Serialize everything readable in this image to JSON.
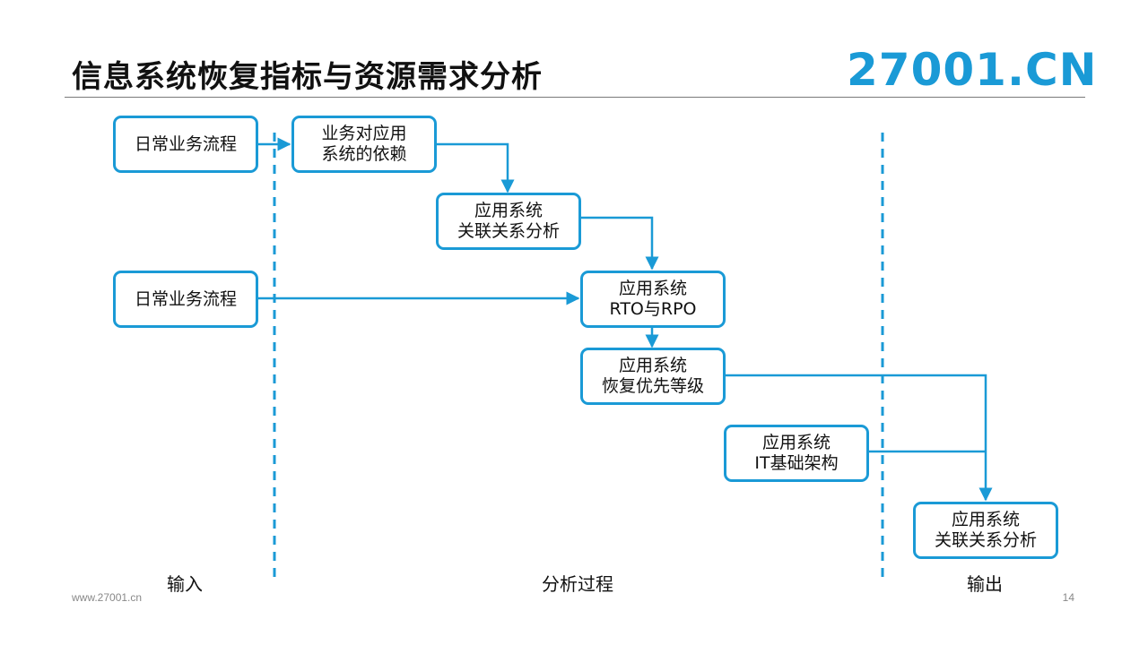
{
  "title": "信息系统恢复指标与资源需求分析",
  "logo": "27001.CN",
  "colors": {
    "accent": "#1a9ad6",
    "text": "#111111",
    "rule": "#7a7a7a"
  },
  "nodes": {
    "input_process_1": [
      "日常业务流程"
    ],
    "business_app_dependency": [
      "业务对应用",
      "系统的依赖"
    ],
    "app_relationship_analysis": [
      "应用系统",
      "关联关系分析"
    ],
    "input_process_2": [
      "日常业务流程"
    ],
    "app_rto_rpo": [
      "应用系统",
      "RTO与RPO"
    ],
    "app_recovery_priority": [
      "应用系统",
      "恢复优先等级"
    ],
    "app_it_infrastructure": [
      "应用系统",
      "IT基础架构"
    ],
    "output_relationship_analysis": [
      "应用系统",
      "关联关系分析"
    ]
  },
  "zones": {
    "input": "输入",
    "process": "分析过程",
    "output": "输出"
  },
  "footer": {
    "url": "www.27001.cn",
    "page": "14"
  }
}
